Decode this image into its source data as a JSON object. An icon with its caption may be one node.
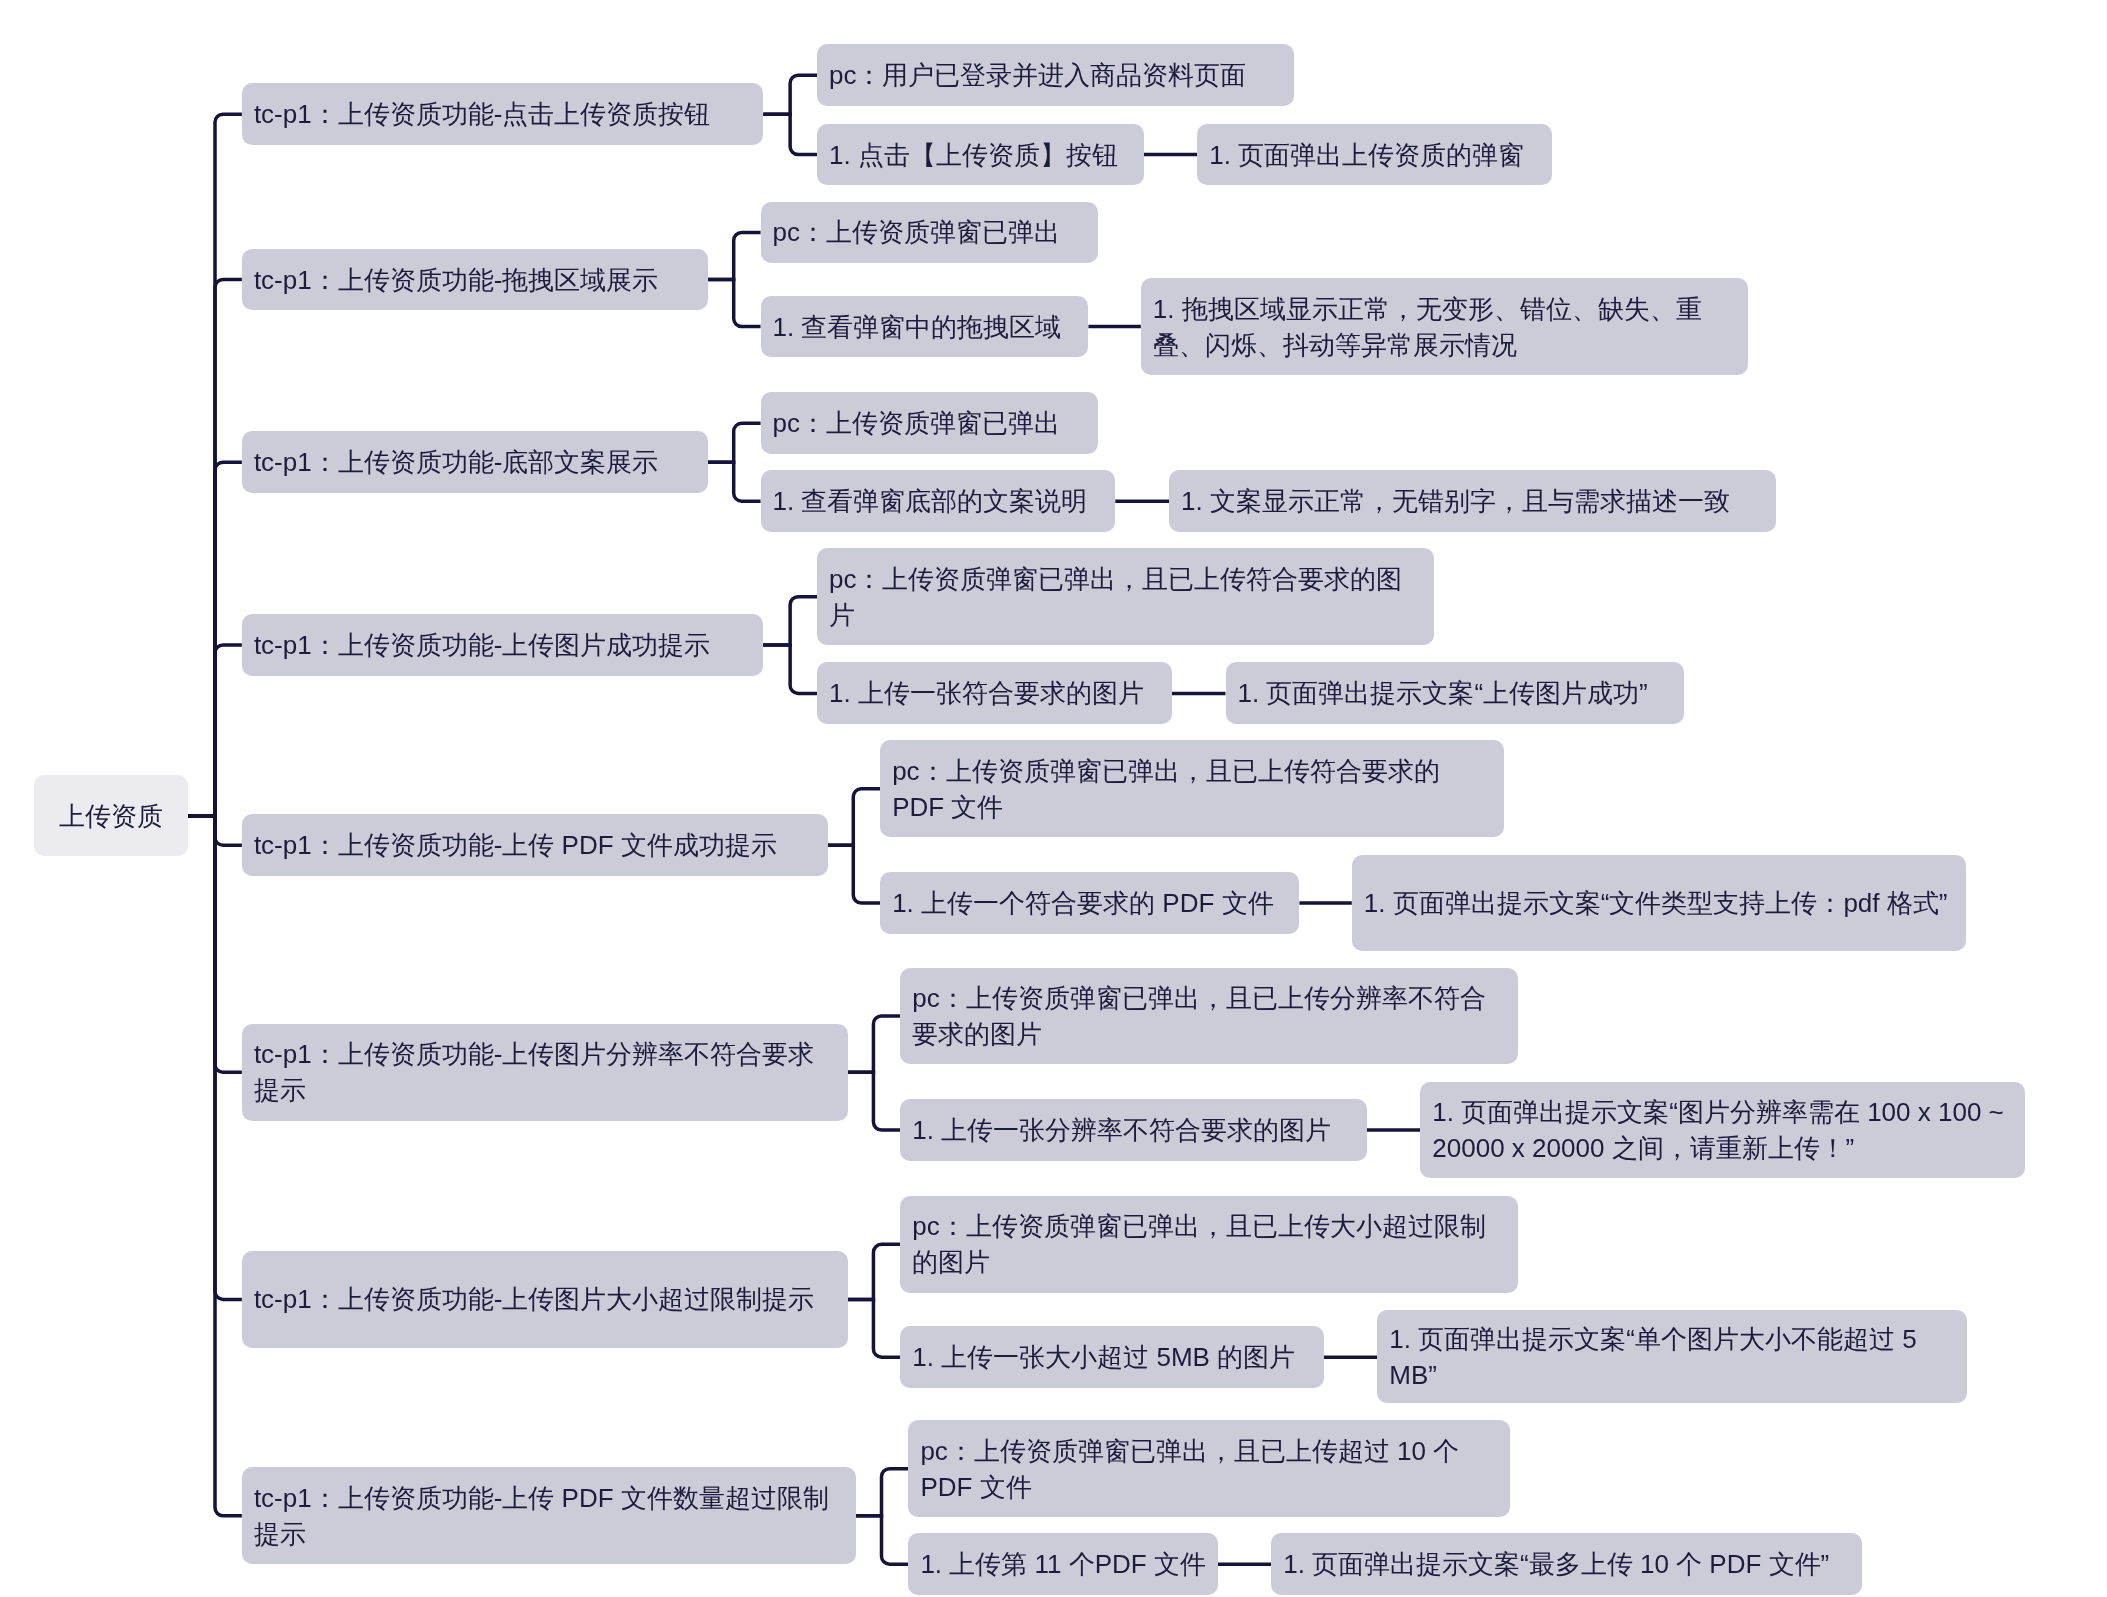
{
  "diagram": {
    "nodes": [
      {
        "text": [
          "上传资质"
        ]
      },
      {
        "text": [
          "tc-p1：上传资质功能-点击上传资质按钮"
        ]
      },
      {
        "text": [
          "pc：用户已登录并进入商品资料页面"
        ]
      },
      {
        "text": [
          "1. 点击【上传资质】按钮"
        ]
      },
      {
        "text": [
          "1. 页面弹出上传资质的弹窗"
        ]
      },
      {
        "text": [
          "tc-p1：上传资质功能-拖拽区域展示"
        ]
      },
      {
        "text": [
          "pc：上传资质弹窗已弹出"
        ]
      },
      {
        "text": [
          "1. 查看弹窗中的拖拽区域"
        ]
      },
      {
        "text": [
          "1. 拖拽区域显示正常，无变形、错位、缺失、重叠、闪烁、抖动等异常展示情况"
        ]
      },
      {
        "text": [
          "tc-p1：上传资质功能-底部文案展示"
        ]
      },
      {
        "text": [
          "pc：上传资质弹窗已弹出"
        ]
      },
      {
        "text": [
          "1. 查看弹窗底部的文案说明"
        ]
      },
      {
        "text": [
          "1. 文案显示正常，无错别字，且与需求描述一致"
        ]
      },
      {
        "text": [
          "tc-p1：上传资质功能-上传图片成功提示"
        ]
      },
      {
        "text": [
          "pc：上传资质弹窗已弹出，且已上传符合要求的图片"
        ]
      },
      {
        "text": [
          "1. 上传一张符合要求的图片"
        ]
      },
      {
        "text": [
          "1. 页面弹出提示文案“上传图片成功”"
        ]
      },
      {
        "text": [
          "tc-p1：上传资质功能-上传 PDF 文件成功提示"
        ]
      },
      {
        "text": [
          "pc：上传资质弹窗已弹出，且已上传符合要求的 PDF 文件"
        ]
      },
      {
        "text": [
          "1. 上传一个符合要求的 PDF 文件"
        ]
      },
      {
        "text": [
          "1. 页面弹出提示文案“文件类型支持上传：pdf 格式”"
        ]
      },
      {
        "text": [
          "tc-p1：上传资质功能-上传图片分辨率不符合要求提示"
        ]
      },
      {
        "text": [
          "pc：上传资质弹窗已弹出，且已上传分辨率不符合要求的图片"
        ]
      },
      {
        "text": [
          "1. 上传一张分辨率不符合要求的图片"
        ]
      },
      {
        "text": [
          "1. 页面弹出提示文案“图片分辨率需在 100 x 100 ~ 20000 x 20000 之间，请重新上传！”"
        ]
      },
      {
        "text": [
          "tc-p1：上传资质功能-上传图片大小超过限制提示"
        ]
      },
      {
        "text": [
          "pc：上传资质弹窗已弹出，且已上传大小超过限制的图片"
        ]
      },
      {
        "text": [
          "1. 上传一张大小超过 5MB 的图片"
        ]
      },
      {
        "text": [
          "1. 页面弹出提示文案“单个图片大小不能超过 5 MB”"
        ]
      },
      {
        "text": [
          "tc-p1：上传资质功能-上传 PDF 文件数量超过限制提示"
        ]
      },
      {
        "text": [
          "pc：上传资质弹窗已弹出，且已上传超过 10 个 PDF 文件"
        ]
      },
      {
        "text": [
          "1. 上传第 11 个PDF 文件"
        ]
      },
      {
        "text": [
          "1. 页面弹出提示文案“最多上传 10 个 PDF 文件”"
        ]
      }
    ],
    "edges": [
      {
        "from": 0,
        "to": 1,
        "arrow": "none"
      },
      {
        "from": 0,
        "to": 5,
        "arrow": "none"
      },
      {
        "from": 0,
        "to": 9,
        "arrow": "none"
      },
      {
        "from": 0,
        "to": 13,
        "arrow": "none"
      },
      {
        "from": 0,
        "to": 17,
        "arrow": "none"
      },
      {
        "from": 0,
        "to": 21,
        "arrow": "none"
      },
      {
        "from": 0,
        "to": 25,
        "arrow": "none"
      },
      {
        "from": 0,
        "to": 29,
        "arrow": "none"
      },
      {
        "from": 1,
        "to": 2,
        "arrow": "none"
      },
      {
        "from": 1,
        "to": 3,
        "arrow": "none"
      },
      {
        "from": 3,
        "to": 4,
        "arrow": "none"
      },
      {
        "from": 5,
        "to": 6,
        "arrow": "none"
      },
      {
        "from": 5,
        "to": 7,
        "arrow": "none"
      },
      {
        "from": 7,
        "to": 8,
        "arrow": "none"
      },
      {
        "from": 9,
        "to": 10,
        "arrow": "none"
      },
      {
        "from": 9,
        "to": 11,
        "arrow": "none"
      },
      {
        "from": 11,
        "to": 12,
        "arrow": "none"
      },
      {
        "from": 13,
        "to": 14,
        "arrow": "none"
      },
      {
        "from": 13,
        "to": 15,
        "arrow": "none"
      },
      {
        "from": 15,
        "to": 16,
        "arrow": "none"
      },
      {
        "from": 17,
        "to": 18,
        "arrow": "none"
      },
      {
        "from": 17,
        "to": 19,
        "arrow": "none"
      },
      {
        "from": 19,
        "to": 20,
        "arrow": "none"
      },
      {
        "from": 21,
        "to": 22,
        "arrow": "none"
      },
      {
        "from": 21,
        "to": 23,
        "arrow": "none"
      },
      {
        "from": 23,
        "to": 24,
        "arrow": "none"
      },
      {
        "from": 25,
        "to": 26,
        "arrow": "none"
      },
      {
        "from": 25,
        "to": 27,
        "arrow": "none"
      },
      {
        "from": 27,
        "to": 28,
        "arrow": "none"
      },
      {
        "from": 29,
        "to": 30,
        "arrow": "none"
      },
      {
        "from": 29,
        "to": 31,
        "arrow": "none"
      },
      {
        "from": 31,
        "to": 32,
        "arrow": "none"
      }
    ]
  }
}
